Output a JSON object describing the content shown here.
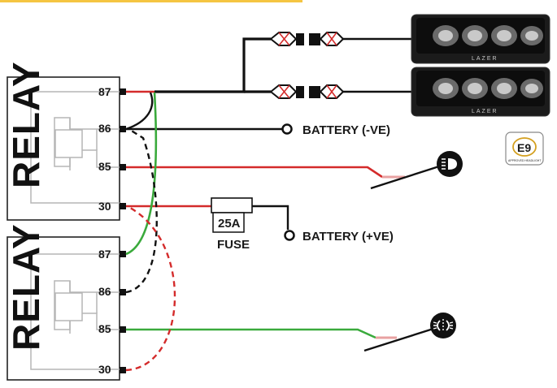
{
  "relay_top": {
    "title": "RELAY",
    "pins": {
      "p87": "87",
      "p86": "86",
      "p85": "85",
      "p30": "30"
    }
  },
  "relay_bottom": {
    "title": "RELAY",
    "pins": {
      "p87": "87",
      "p86": "86",
      "p85": "85",
      "p30": "30"
    }
  },
  "labels": {
    "battery_neg": "BATTERY (-VE)",
    "battery_pos": "BATTERY (+VE)",
    "fuse_rating": "25A",
    "fuse": "FUSE"
  },
  "lamps": {
    "brand": "LAZER"
  },
  "badge": {
    "mark": "E9",
    "caption": "APPROVED HEADLIGHT"
  },
  "icons": [
    "headlight-high-beam-icon",
    "fog-light-icon",
    "e9-approval-badge-icon"
  ],
  "colors": {
    "live_wire": "#d42b2b",
    "ground_wire": "#1a1a1a",
    "switched_wire": "#3aaa3c",
    "header_bar": "#f5c542"
  }
}
